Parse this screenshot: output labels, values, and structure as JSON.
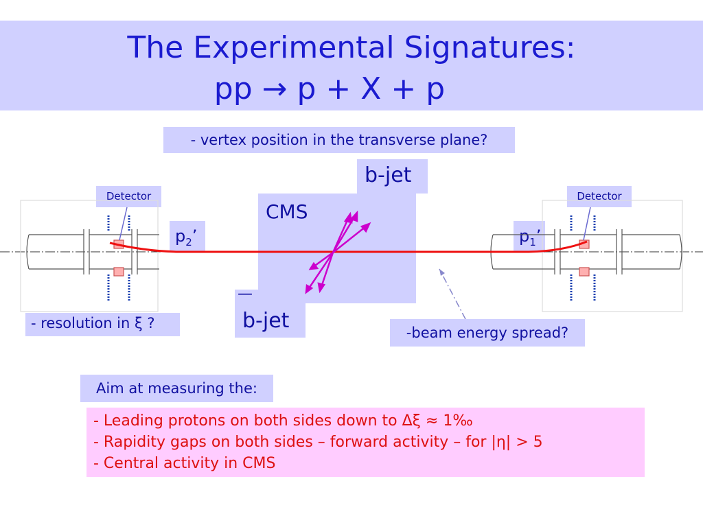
{
  "title": {
    "line1": "The Experimental Signatures:",
    "line2": "pp → p + X + p"
  },
  "labels": {
    "vertex_question": "- vertex position in the transverse plane?",
    "b_jet_top": "b-jet",
    "b_jet_bottom": "b-jet",
    "b_jet_bottom_bar": "—",
    "cms": "CMS",
    "p2": "p",
    "p2_sub": "2",
    "p2_prime": "’",
    "p1": "p",
    "p1_sub": "1",
    "p1_prime": "’",
    "detector_left": "Detector",
    "detector_right": "Detector",
    "resolution": "- resolution in ξ ?",
    "beam_energy": "-beam energy spread?",
    "aim": "Aim at measuring the:"
  },
  "bullets": [
    "- Leading protons on both sides down to Δξ ≈ 1‰",
    "- Rapidity gaps on both sides – forward activity – for |η| > 5",
    "- Central activity in CMS"
  ],
  "colors": {
    "title_band": "#d0d0ff",
    "title_text": "#1b1bd0",
    "label_text": "#1010a0",
    "beam": "#ee1111",
    "jets": "#cc00cc",
    "pink_box": "#ffccff",
    "pink_text": "#dd1010"
  }
}
